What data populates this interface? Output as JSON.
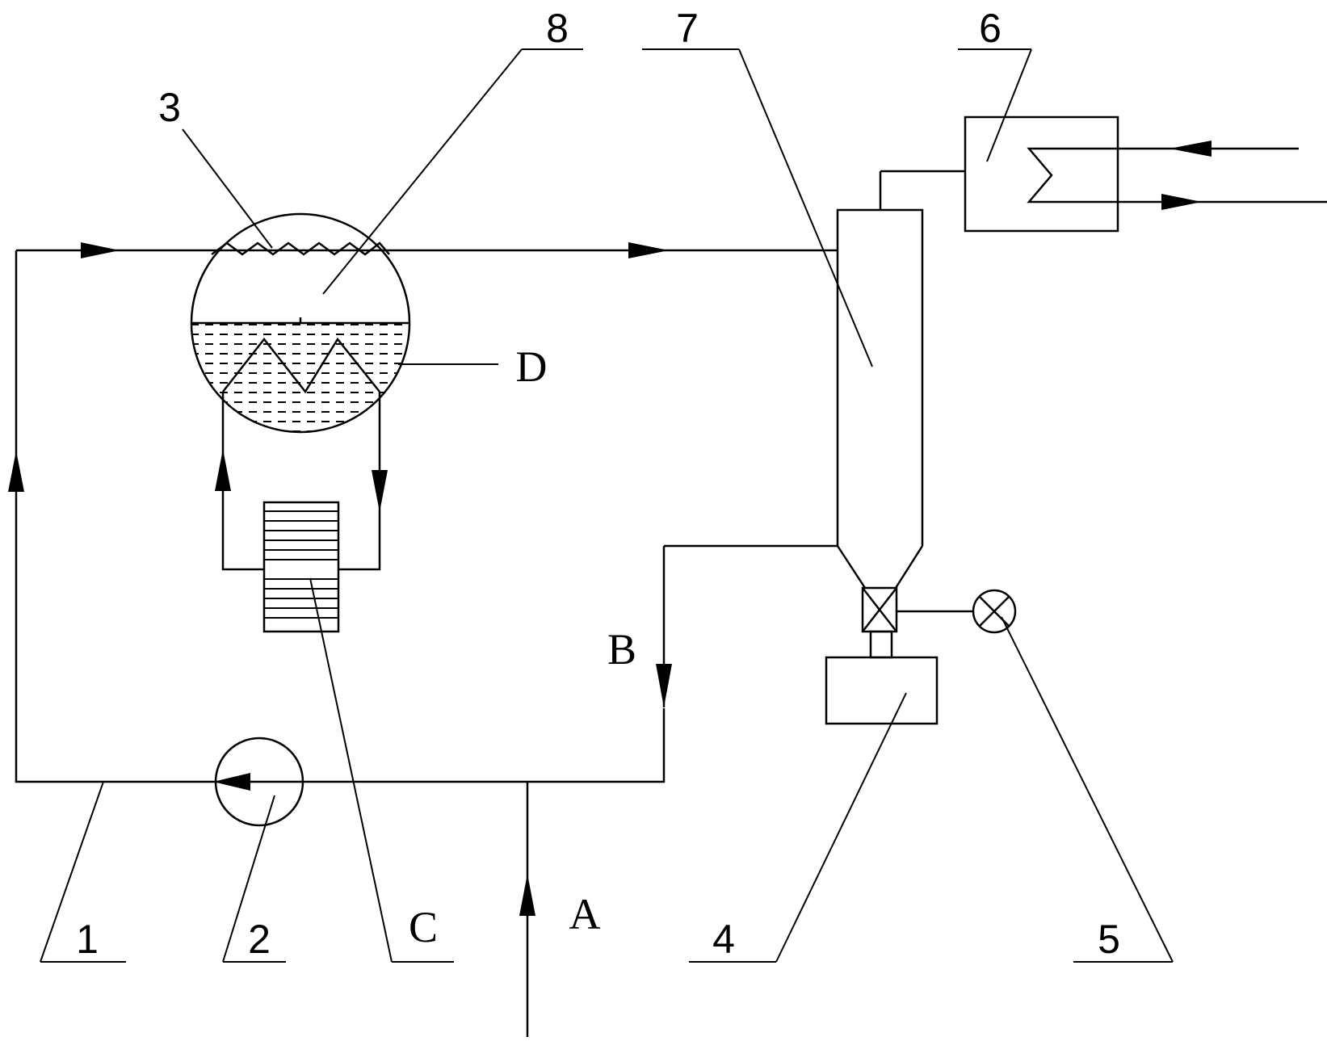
{
  "labels": {
    "n1": "1",
    "n2": "2",
    "n3": "3",
    "n4": "4",
    "n5": "5",
    "n6": "6",
    "n7": "7",
    "n8": "8",
    "A": "A",
    "B": "B",
    "C": "C",
    "D": "D"
  },
  "colors": {
    "stroke": "#000000",
    "background": "#ffffff"
  }
}
